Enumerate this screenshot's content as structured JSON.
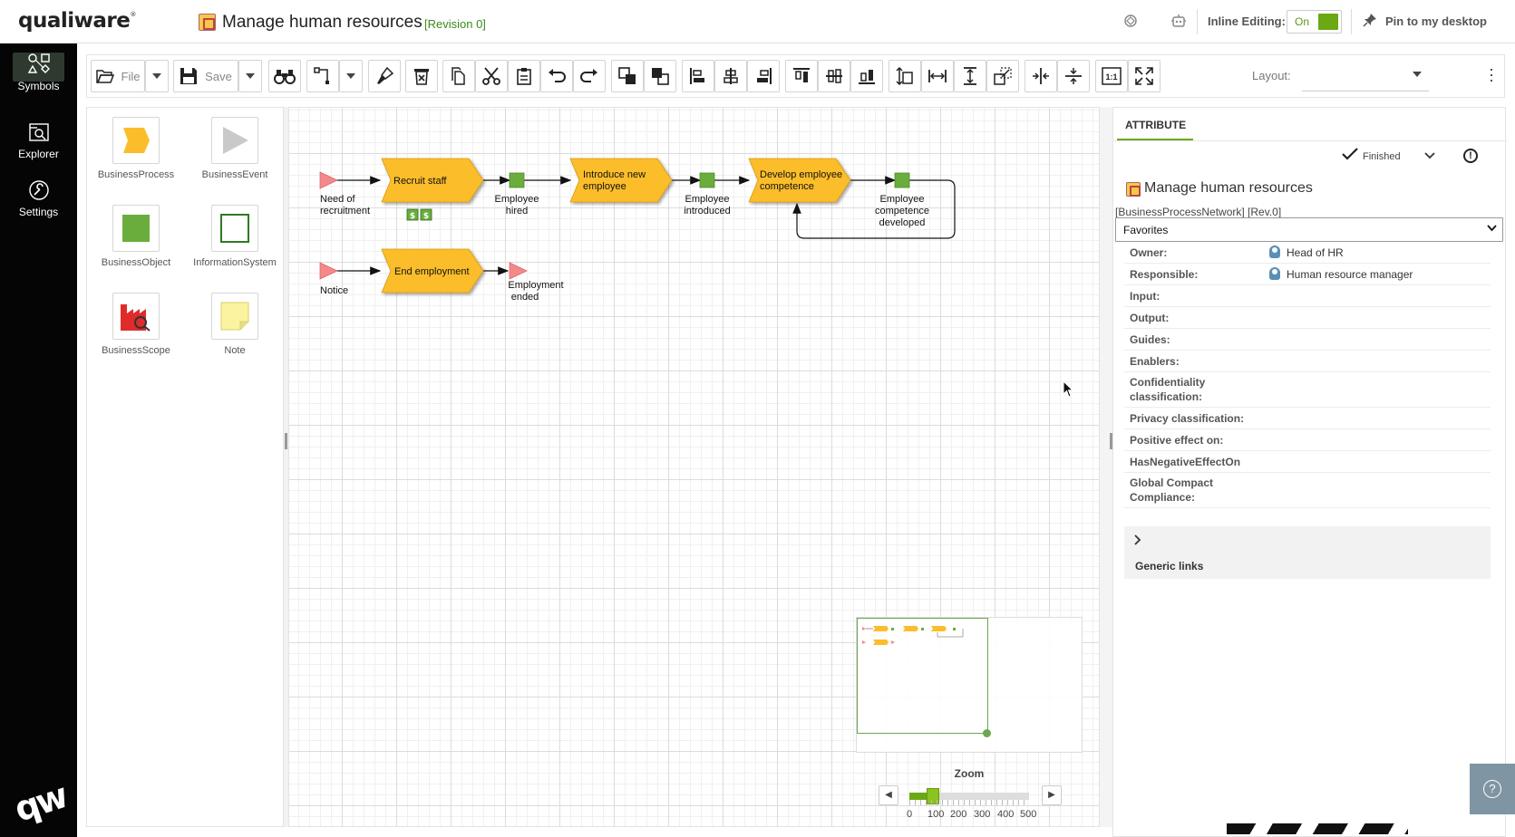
{
  "header": {
    "logo": "qualiware",
    "logo_mark": "®",
    "title": "Manage human resources",
    "revision": "[Revision 0]",
    "inline_editing_label": "Inline Editing:",
    "inline_editing_value": "On",
    "pin_label": "Pin to my desktop"
  },
  "nav": {
    "items": [
      {
        "label": "Symbols",
        "icon": "symbols-icon",
        "active": true
      },
      {
        "label": "Explorer",
        "icon": "explorer-icon",
        "active": false
      },
      {
        "label": "Settings",
        "icon": "settings-icon",
        "active": false
      }
    ],
    "footer_logo": "qw"
  },
  "toolbar": {
    "file_label": "File",
    "save_label": "Save",
    "layout_label": "Layout:",
    "layout_value": ""
  },
  "palette": {
    "items": [
      {
        "label": "BusinessProcess",
        "icon": "business-process-icon"
      },
      {
        "label": "BusinessEvent",
        "icon": "business-event-icon"
      },
      {
        "label": "BusinessObject",
        "icon": "business-object-icon"
      },
      {
        "label": "InformationSystem",
        "icon": "information-system-icon"
      },
      {
        "label": "BusinessScope",
        "icon": "business-scope-icon"
      },
      {
        "label": "Note",
        "icon": "note-icon"
      }
    ]
  },
  "diagram": {
    "events": [
      {
        "label_lines": [
          "Need of",
          "recruitment"
        ]
      },
      {
        "label_lines": [
          "Notice"
        ]
      },
      {
        "label_lines": [
          "Employment",
          "ended"
        ]
      }
    ],
    "processes": [
      {
        "label_lines": [
          "Recruit staff"
        ]
      },
      {
        "label_lines": [
          "Introduce new",
          "employee"
        ]
      },
      {
        "label_lines": [
          "Develop employee",
          "competence"
        ]
      },
      {
        "label_lines": [
          "End employment"
        ]
      }
    ],
    "objects": [
      {
        "label_lines": [
          "Employee",
          "hired"
        ]
      },
      {
        "label_lines": [
          "Employee",
          "introduced"
        ]
      },
      {
        "label_lines": [
          "Employee",
          "competence",
          "developed"
        ]
      }
    ],
    "colors": {
      "process": "#fbbd2a",
      "event": "#f28a8a",
      "object": "#6aad3c"
    }
  },
  "zoom": {
    "label": "Zoom",
    "ticks": [
      "0",
      "100",
      "200",
      "300",
      "400",
      "500"
    ],
    "value": 100,
    "max": 500
  },
  "attributes": {
    "tab": "ATTRIBUTE",
    "status": "Finished",
    "object_name": "Manage human resources",
    "object_type": "[BusinessProcessNetwork] [Rev.0]",
    "view_select": "Favorites",
    "rows": [
      {
        "label": "Owner:",
        "value": "Head of HR",
        "person": true
      },
      {
        "label": "Responsible:",
        "value": "Human resource manager",
        "person": true
      },
      {
        "label": "Input:",
        "value": ""
      },
      {
        "label": "Output:",
        "value": ""
      },
      {
        "label": "Guides:",
        "value": ""
      },
      {
        "label": "Enablers:",
        "value": ""
      },
      {
        "label": "Confidentiality classification:",
        "value": ""
      },
      {
        "label": "Privacy classification:",
        "value": ""
      },
      {
        "label": "Positive effect on:",
        "value": ""
      },
      {
        "label": "HasNegativeEffectOn",
        "value": ""
      },
      {
        "label": "Global Compact Compliance:",
        "value": ""
      }
    ],
    "generic_links_label": "Generic links"
  },
  "help_label": "?"
}
